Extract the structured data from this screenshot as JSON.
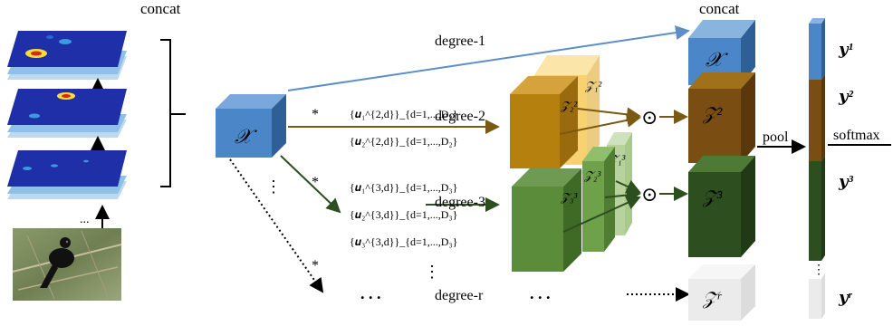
{
  "labels": {
    "concat_left": "concat",
    "concat_right": "concat",
    "degree_1": "degree-1",
    "degree_2": "degree-2",
    "degree_3": "degree-3",
    "degree_r": "degree-r",
    "pool": "pool",
    "softmax": "softmax",
    "conv_symbol": "*",
    "odot_symbol": "⊙",
    "vdots": "⋮",
    "hdots_left": ". . .",
    "hdots_right": ". . .",
    "input_dots": "..."
  },
  "math": {
    "x": "𝒳",
    "z2": "𝒵²",
    "z3": "𝒵³",
    "zr": "𝒵ʳ",
    "z2_2": "𝒵₂²",
    "z1_2": "𝒵₁²",
    "z3_3": "𝒵₃³",
    "z2_3": "𝒵₂³",
    "z1_3": "𝒵₁³",
    "u2_1": "{𝒖₁^{2,d}}_{d=1,...,D₂}",
    "u2_2": "{𝒖₂^{2,d}}_{d=1,...,D₂}",
    "u3_1": "{𝒖₁^{3,d}}_{d=1,...,D₃}",
    "u3_2": "{𝒖₂^{3,d}}_{d=1,...,D₃}",
    "u3_3": "{𝒖₃^{3,d}}_{d=1,...,D₃}",
    "y1": "𝒚¹",
    "y2": "𝒚²",
    "y3": "𝒚³",
    "yr": "𝒚ʳ"
  },
  "colors": {
    "blue": "#4a86c8",
    "blue_dark": "#2f5f97",
    "brown": "#7a4d12",
    "brown_light": "#b5800e",
    "gold": "#f5c242",
    "green_dark": "#2d4f1f",
    "green_mid": "#5b8c3a",
    "green_light": "#a9c98a",
    "arrow_blue": "#5c8fc8",
    "arrow_brown": "#7a5a12",
    "arrow_green": "#3a5a2a",
    "gray_light": "#eeeeee"
  }
}
